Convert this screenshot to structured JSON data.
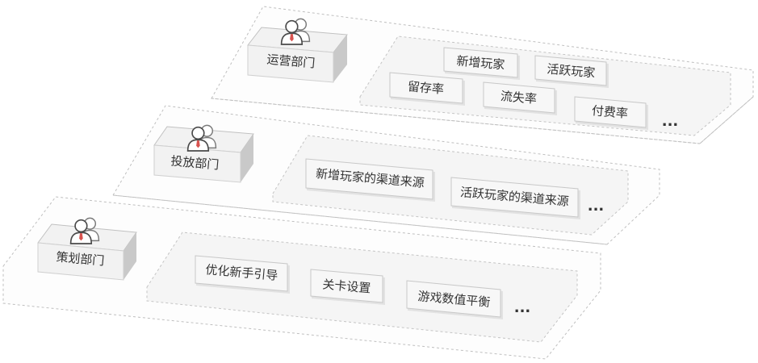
{
  "layers": [
    {
      "department": "运营部门",
      "items": [
        "新增玩家",
        "活跃玩家",
        "留存率",
        "流失率",
        "付费率"
      ],
      "more": "..."
    },
    {
      "department": "投放部门",
      "items": [
        "新增玩家的渠道来源",
        "活跃玩家的渠道来源"
      ],
      "more": "..."
    },
    {
      "department": "策划部门",
      "items": [
        "优化新手引导",
        "关卡设置",
        "游戏数值平衡"
      ],
      "more": "..."
    }
  ],
  "colors": {
    "outline": "#bfbfbf",
    "box_fill": "#f2f2f2",
    "box_side": "#c9c9c9",
    "icon_accent": "#d9534f",
    "text": "#333333"
  },
  "icons": [
    "user-group-icon"
  ]
}
